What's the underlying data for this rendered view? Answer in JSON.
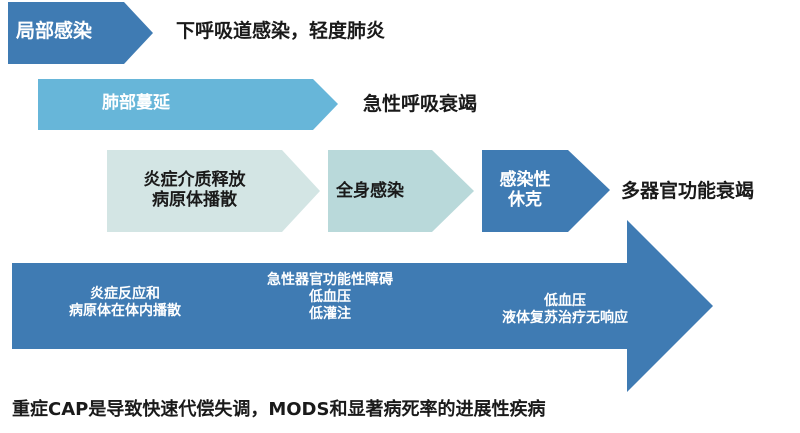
{
  "colors": {
    "dark_blue": "#3f7bb3",
    "light_blue": "#67b6d9",
    "pale_teal": "#d3e5e4",
    "teal": "#b9d9da",
    "text_dark": "#1a1a1a",
    "text_white": "#ffffff"
  },
  "stage1": {
    "label": "局部感染",
    "outcome": "下呼吸道感染，轻度肺炎"
  },
  "stage2": {
    "label": "肺部蔓延",
    "outcome": "急性呼吸衰竭"
  },
  "stage3": {
    "step1": {
      "line1": "炎症介质释放",
      "line2": "病原体播散"
    },
    "step2": {
      "label": "全身感染"
    },
    "step3": {
      "line1": "感染性",
      "line2": "休克"
    },
    "outcome": "多器官功能衰竭"
  },
  "big_arrow": {
    "section1": {
      "line1": "炎症反应和",
      "line2": "病原体在体内播散"
    },
    "section2": {
      "line1": "急性器官功能性障碍",
      "line2": "低血压",
      "line3": "低灌注"
    },
    "section3": {
      "line1": "低血压",
      "line2": "液体复苏治疗无响应"
    }
  },
  "footer": "重症CAP是导致快速代偿失调，MODS和显著病死率的进展性疾病"
}
